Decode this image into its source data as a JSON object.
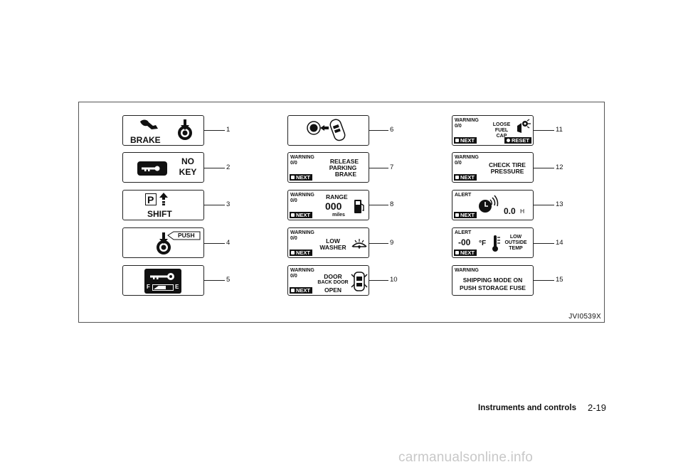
{
  "figure_id": "JVI0539X",
  "indicators": [
    {
      "number": "1",
      "labels": [
        "BRAKE"
      ],
      "icon": "brake-warning-icon"
    },
    {
      "number": "2",
      "labels": [
        "NO",
        "KEY"
      ],
      "icon": "key-icon"
    },
    {
      "number": "3",
      "labels": [
        "P",
        "SHIFT"
      ],
      "icon": "shift-arrow-icon"
    },
    {
      "number": "4",
      "labels": [
        "PUSH"
      ],
      "icon": "ignition-push-icon"
    },
    {
      "number": "5",
      "labels": [
        "F",
        "E"
      ],
      "icon": "key-battery-icon"
    },
    {
      "number": "6",
      "labels": [],
      "icon": "intelligent-key-icon"
    },
    {
      "number": "7",
      "labels": [
        "WARNING",
        "0/0",
        "RELEASE",
        "PARKING",
        "BRAKE",
        "NEXT"
      ]
    },
    {
      "number": "8",
      "labels": [
        "WARNING",
        "0/0",
        "RANGE",
        "000",
        "miles",
        "NEXT"
      ],
      "icon": "fuel-pump-icon"
    },
    {
      "number": "9",
      "labels": [
        "WARNING",
        "0/0",
        "LOW",
        "WASHER",
        "NEXT"
      ],
      "icon": "washer-icon"
    },
    {
      "number": "10",
      "labels": [
        "WARNING",
        "0/0",
        "DOOR",
        "BACK DOOR",
        "OPEN",
        "NEXT"
      ],
      "icon": "car-door-icon"
    },
    {
      "number": "11",
      "labels": [
        "WARNING",
        "0/0",
        "LOOSE",
        "FUEL",
        "CAP",
        "NEXT",
        "RESET"
      ],
      "icon": "fuel-cap-icon"
    },
    {
      "number": "12",
      "labels": [
        "WARNING",
        "0/0",
        "CHECK TIRE",
        "PRESSURE",
        "NEXT"
      ]
    },
    {
      "number": "13",
      "labels": [
        "ALERT",
        "0.0",
        "H",
        "NEXT"
      ],
      "icon": "timer-clock-icon"
    },
    {
      "number": "14",
      "labels": [
        "ALERT",
        "-00",
        "°F",
        "LOW",
        "OUTSIDE",
        "TEMP",
        "NEXT"
      ],
      "icon": "thermometer-icon"
    },
    {
      "number": "15",
      "labels": [
        "WARNING",
        "SHIPPING MODE ON",
        "PUSH STORAGE FUSE"
      ]
    }
  ],
  "footer": {
    "section": "Instruments and controls",
    "page": "2-19"
  },
  "watermark": "carmanualsonline.info"
}
